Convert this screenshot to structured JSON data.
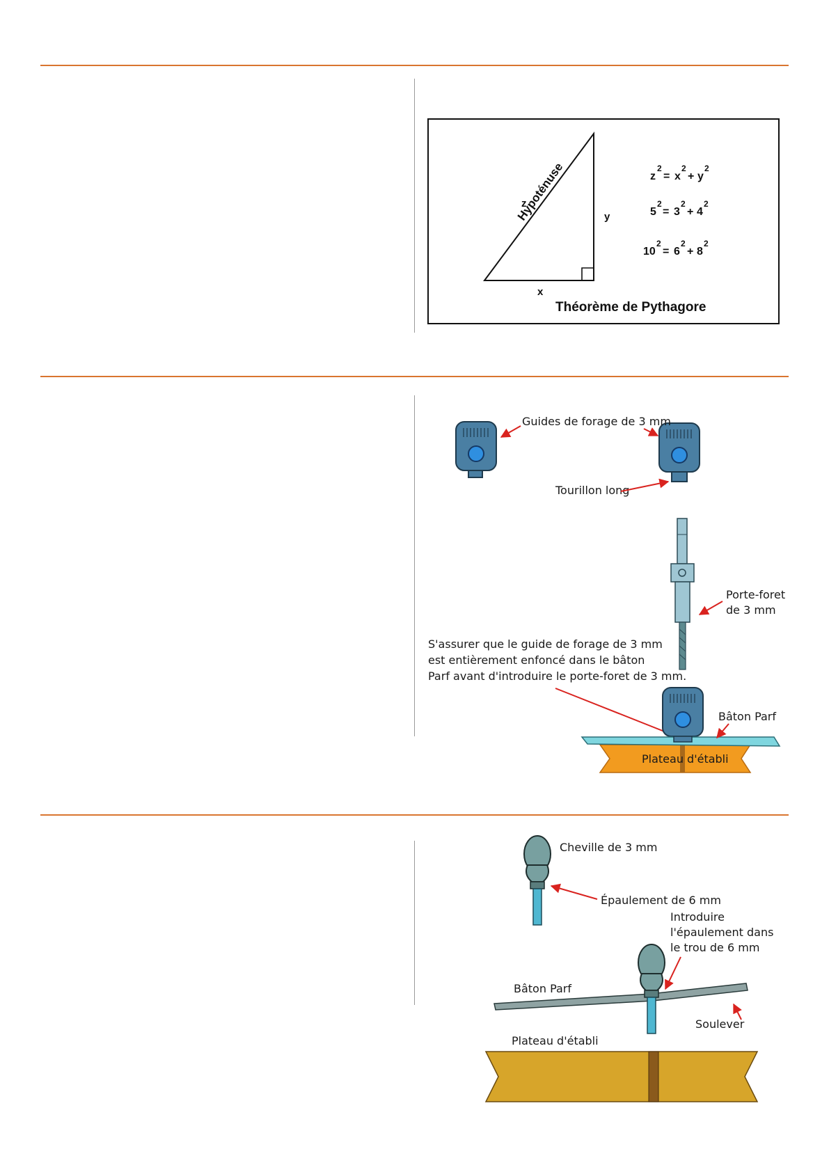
{
  "figure1": {
    "hypotenuse": "Hypoténuse",
    "side_z": "z",
    "side_y": "y",
    "side_x": "x",
    "eq1": {
      "a": "z",
      "b": "x",
      "c": "y",
      "exp": "2",
      "eq": "=",
      "plus": "+"
    },
    "eq2": {
      "a": "5",
      "b": "3",
      "c": "4",
      "exp": "2",
      "eq": "=",
      "plus": "+"
    },
    "eq3": {
      "a": "10",
      "b": "6",
      "c": "8",
      "exp": "2",
      "eq": "=",
      "plus": "+"
    },
    "caption": "Théorème de Pythagore"
  },
  "figure2": {
    "guides_label": "Guides de forage de 3 mm",
    "tourillon_label": "Tourillon long",
    "porte_foret_line1": "Porte-foret",
    "porte_foret_line2": "de 3 mm",
    "note_line1": "S'assurer que le guide de forage de 3 mm",
    "note_line2": "est entièrement enfoncé dans le bâton",
    "note_line3": "Parf avant d'introduire le porte-foret de 3 mm.",
    "baton_label": "Bâton Parf",
    "plateau_label": "Plateau d'établi"
  },
  "figure3": {
    "cheville_label": "Cheville de 3 mm",
    "epaulement_label": "Épaulement de 6 mm",
    "introduire_line1": "Introduire",
    "introduire_line2": "l'épaulement dans",
    "introduire_line3": "le trou de 6 mm",
    "baton_label": "Bâton Parf",
    "soulever_label": "Soulever",
    "plateau_label": "Plateau d'établi"
  },
  "colors": {
    "rule": "#d9752f",
    "guide_body": "#4a7fa3",
    "guide_hole": "#2f8fe0",
    "baton": "#7fd6df",
    "plateau_orange": "#f29b1f",
    "plateau_gold": "#d7a52a",
    "peg": "#78a0a0",
    "arrow": "#d9231f"
  }
}
